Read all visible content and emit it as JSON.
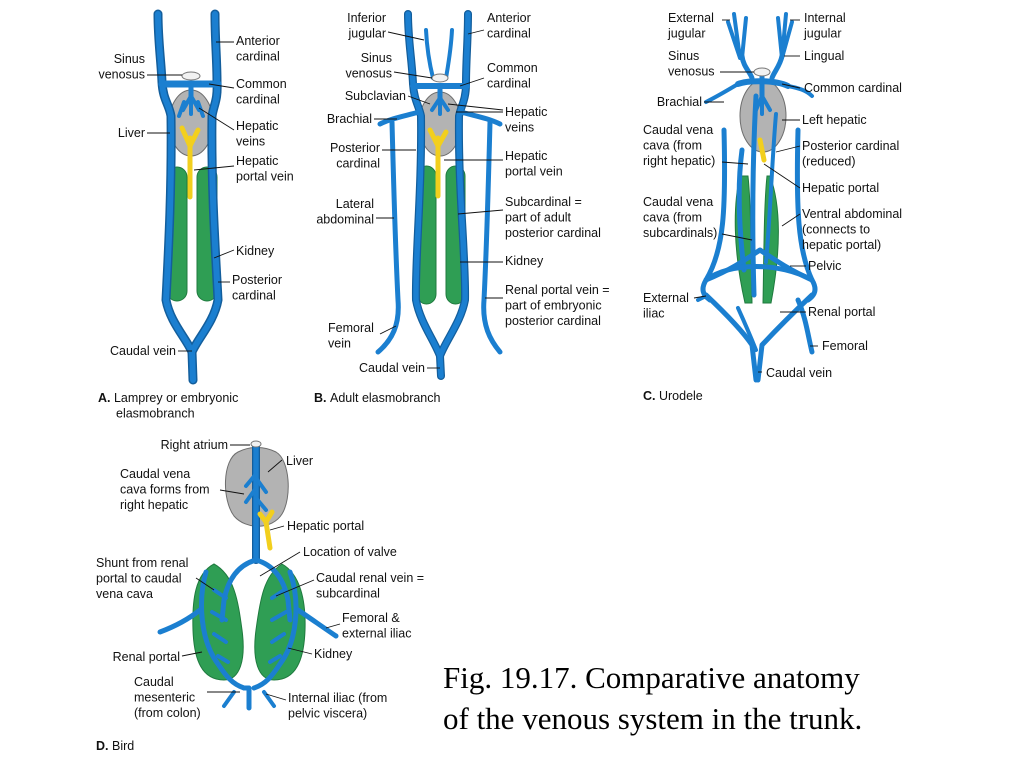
{
  "colors": {
    "vein": "#1b7fd0",
    "vein_dark": "#135e9c",
    "kidney": "#2f9e54",
    "liver": "#b3b3b3",
    "portal": "#f2cf1d",
    "text": "#111111"
  },
  "caption": {
    "line1": "Fig. 19.17. Comparative anatomy",
    "line2": "of the venous system in the trunk."
  },
  "panels": {
    "A": {
      "letter": "A.",
      "title_lines": [
        "Lamprey or embryonic",
        "elasmobranch"
      ],
      "labels": [
        {
          "id": "a-sinus-venosus",
          "lines": [
            "Sinus",
            "venosus"
          ]
        },
        {
          "id": "a-anterior-cardinal",
          "lines": [
            "Anterior",
            "cardinal"
          ]
        },
        {
          "id": "a-common-cardinal",
          "lines": [
            "Common",
            "cardinal"
          ]
        },
        {
          "id": "a-liver",
          "lines": [
            "Liver"
          ]
        },
        {
          "id": "a-hepatic-veins",
          "lines": [
            "Hepatic",
            "veins"
          ]
        },
        {
          "id": "a-hepatic-portal-vein",
          "lines": [
            "Hepatic",
            "portal vein"
          ]
        },
        {
          "id": "a-kidney",
          "lines": [
            "Kidney"
          ]
        },
        {
          "id": "a-posterior-cardinal",
          "lines": [
            "Posterior",
            "cardinal"
          ]
        },
        {
          "id": "a-caudal-vein",
          "lines": [
            "Caudal vein"
          ]
        }
      ]
    },
    "B": {
      "letter": "B.",
      "title_lines": [
        "Adult elasmobranch"
      ],
      "labels": [
        {
          "id": "b-inferior-jugular",
          "lines": [
            "Inferior",
            "jugular"
          ]
        },
        {
          "id": "b-anterior-cardinal",
          "lines": [
            "Anterior",
            "cardinal"
          ]
        },
        {
          "id": "b-sinus-venosus",
          "lines": [
            "Sinus",
            "venosus"
          ]
        },
        {
          "id": "b-common-cardinal",
          "lines": [
            "Common",
            "cardinal"
          ]
        },
        {
          "id": "b-subclavian",
          "lines": [
            "Subclavian"
          ]
        },
        {
          "id": "b-hepatic-veins",
          "lines": [
            "Hepatic",
            "veins"
          ]
        },
        {
          "id": "b-brachial",
          "lines": [
            "Brachial"
          ]
        },
        {
          "id": "b-posterior-cardinal",
          "lines": [
            "Posterior",
            "cardinal"
          ]
        },
        {
          "id": "b-hepatic-portal-vein",
          "lines": [
            "Hepatic",
            "portal vein"
          ]
        },
        {
          "id": "b-lateral-abdominal",
          "lines": [
            "Lateral",
            "abdominal"
          ]
        },
        {
          "id": "b-subcardinal",
          "lines": [
            "Subcardinal =",
            "part of adult",
            "posterior cardinal"
          ]
        },
        {
          "id": "b-kidney",
          "lines": [
            "Kidney"
          ]
        },
        {
          "id": "b-renal-portal-vein",
          "lines": [
            "Renal portal vein =",
            "part of embryonic",
            "posterior cardinal"
          ]
        },
        {
          "id": "b-femoral-vein",
          "lines": [
            "Femoral",
            "vein"
          ]
        },
        {
          "id": "b-caudal-vein",
          "lines": [
            "Caudal vein"
          ]
        }
      ]
    },
    "C": {
      "letter": "C.",
      "title_lines": [
        "Urodele"
      ],
      "labels": [
        {
          "id": "c-external-jugular",
          "lines": [
            "External",
            "jugular"
          ]
        },
        {
          "id": "c-internal-jugular",
          "lines": [
            "Internal",
            "jugular"
          ]
        },
        {
          "id": "c-sinus-venosus",
          "lines": [
            "Sinus",
            "venosus"
          ]
        },
        {
          "id": "c-lingual",
          "lines": [
            "Lingual"
          ]
        },
        {
          "id": "c-common-cardinal",
          "lines": [
            "Common cardinal"
          ]
        },
        {
          "id": "c-brachial",
          "lines": [
            "Brachial"
          ]
        },
        {
          "id": "c-left-hepatic",
          "lines": [
            "Left hepatic"
          ]
        },
        {
          "id": "c-caudal-vena-cava-hepatic",
          "lines": [
            "Caudal vena",
            "cava (from",
            "right hepatic)"
          ]
        },
        {
          "id": "c-posterior-cardinal",
          "lines": [
            "Posterior cardinal",
            "(reduced)"
          ]
        },
        {
          "id": "c-hepatic-portal",
          "lines": [
            "Hepatic portal"
          ]
        },
        {
          "id": "c-caudal-vena-cava-subcardinals",
          "lines": [
            "Caudal vena",
            "cava (from",
            "subcardinals)"
          ]
        },
        {
          "id": "c-ventral-abdominal",
          "lines": [
            "Ventral abdominal",
            "(connects to",
            "hepatic portal)"
          ]
        },
        {
          "id": "c-pelvic",
          "lines": [
            "Pelvic"
          ]
        },
        {
          "id": "c-external-iliac",
          "lines": [
            "External",
            "iliac"
          ]
        },
        {
          "id": "c-renal-portal",
          "lines": [
            "Renal portal"
          ]
        },
        {
          "id": "c-femoral",
          "lines": [
            "Femoral"
          ]
        },
        {
          "id": "c-caudal-vein",
          "lines": [
            "Caudal vein"
          ]
        }
      ]
    },
    "D": {
      "letter": "D.",
      "title_lines": [
        "Bird"
      ],
      "labels": [
        {
          "id": "d-right-atrium",
          "lines": [
            "Right atrium"
          ]
        },
        {
          "id": "d-liver",
          "lines": [
            "Liver"
          ]
        },
        {
          "id": "d-caudal-vena-cava",
          "lines": [
            "Caudal vena",
            "cava forms from",
            "right hepatic"
          ]
        },
        {
          "id": "d-hepatic-portal",
          "lines": [
            "Hepatic portal"
          ]
        },
        {
          "id": "d-location-of-valve",
          "lines": [
            "Location of valve"
          ]
        },
        {
          "id": "d-shunt",
          "lines": [
            "Shunt from renal",
            "portal to caudal",
            "vena cava"
          ]
        },
        {
          "id": "d-caudal-renal-vein",
          "lines": [
            "Caudal renal vein =",
            "subcardinal"
          ]
        },
        {
          "id": "d-femoral-external-iliac",
          "lines": [
            "Femoral &",
            "external iliac"
          ]
        },
        {
          "id": "d-renal-portal",
          "lines": [
            "Renal portal"
          ]
        },
        {
          "id": "d-kidney",
          "lines": [
            "Kidney"
          ]
        },
        {
          "id": "d-caudal-mesenteric",
          "lines": [
            "Caudal",
            "mesenteric",
            "(from colon)"
          ]
        },
        {
          "id": "d-internal-iliac",
          "lines": [
            "Internal iliac (from",
            "pelvic viscera)"
          ]
        }
      ]
    }
  }
}
